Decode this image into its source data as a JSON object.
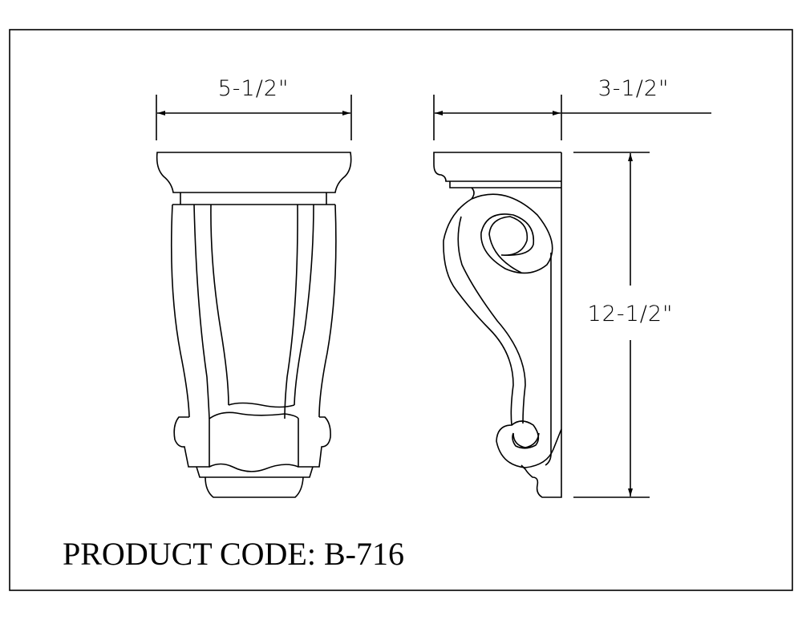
{
  "drawing": {
    "front_view": {
      "width_label": "5-1/2\""
    },
    "side_view": {
      "depth_label": "3-1/2\"",
      "height_label": "12-1/2\""
    },
    "product_code": "PRODUCT CODE: B-716"
  }
}
